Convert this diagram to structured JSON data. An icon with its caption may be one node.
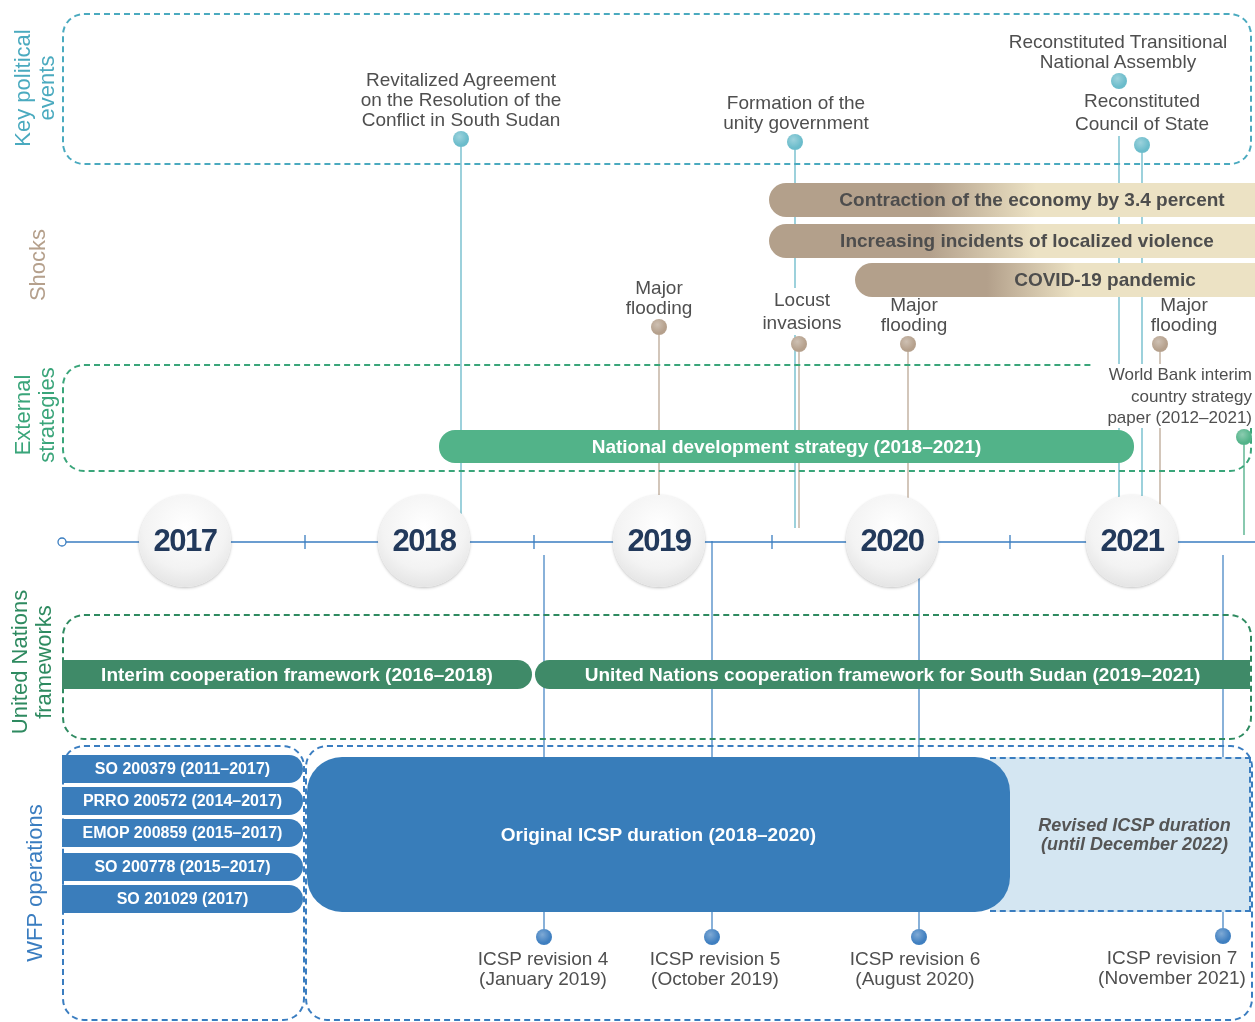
{
  "diagram": {
    "nodes": [
      {
        "text": [
          "Key political events"
        ]
      },
      {
        "text": [
          "Revitalized Agreement on the Resolution of the Conflict in South Sudan"
        ],
        "in": 0
      },
      {
        "text": [
          "Formation of the unity government"
        ],
        "in": 0
      },
      {
        "text": [
          "Reconstituted Transitional National Assembly"
        ],
        "in": 0
      },
      {
        "text": [
          "Reconstituted Council of State"
        ],
        "in": 0
      },
      {
        "text": [
          "Contraction of the economy by 3.4 percent"
        ]
      },
      {
        "text": [
          "Increasing incidents of localized violence"
        ]
      },
      {
        "text": [
          "COVID-19 pandemic"
        ]
      },
      {
        "text": [
          "Major flooding"
        ]
      },
      {
        "text": [
          "Locust invasions"
        ]
      },
      {
        "text": [
          "Major flooding"
        ]
      },
      {
        "text": [
          "Major flooding"
        ]
      },
      {
        "text": [
          "External strategies"
        ]
      },
      {
        "text": [
          "World Bank interim country strategy paper (2012–2021)"
        ],
        "in": 12
      },
      {
        "text": [
          "National development strategy (2018–2021)"
        ],
        "in": 12
      },
      {
        "text": [
          "2017"
        ]
      },
      {
        "text": [
          "2018"
        ]
      },
      {
        "text": [
          "2019"
        ]
      },
      {
        "text": [
          "2020"
        ]
      },
      {
        "text": [
          "2021"
        ]
      },
      {
        "text": [
          "United Nations frameworks"
        ]
      },
      {
        "text": [
          "Interim cooperation framework (2016–2018)"
        ],
        "in": 20
      },
      {
        "text": [
          "United Nations cooperation framework for South Sudan (2019–2021)"
        ],
        "in": 20
      },
      {
        "text": [
          "WFP operations"
        ]
      },
      {
        "text": [
          "SO 200379 (2011–2017)"
        ],
        "in": 23
      },
      {
        "text": [
          "PRRO  200572 (2014–2017)"
        ],
        "in": 23
      },
      {
        "text": [
          "EMOP 200859 (2015–2017)"
        ],
        "in": 23
      },
      {
        "text": [
          "SO 200778 (2015–2017)"
        ],
        "in": 23
      },
      {
        "text": [
          "SO 201029 (2017)"
        ],
        "in": 23
      },
      {
        "text": [],
        "shape": "box"
      },
      {
        "text": [
          "Original ICSP duration (2018–2020)"
        ],
        "in": 29
      },
      {
        "text": [
          "Revised ICSP duration (until December 2022)"
        ],
        "in": 29
      },
      {
        "text": [
          "ICSP revision 4 (January 2019)"
        ],
        "in": 29
      },
      {
        "text": [
          "ICSP revision 5 (October 2019)"
        ],
        "in": 29
      },
      {
        "text": [
          "ICSP revision 6 (August 2020)"
        ],
        "in": 29
      },
      {
        "text": [
          "ICSP revision 7 (November 2021)"
        ],
        "in": 29
      }
    ],
    "edges": [
      {
        "from": 1,
        "to": 16,
        "arrow": "none",
        "color": "#5bb3c4"
      },
      {
        "from": 2,
        "to": null,
        "arrow": "none",
        "color": "#5bb3c4"
      },
      {
        "from": 3,
        "to": 19,
        "arrow": "none",
        "color": "#5bb3c4"
      },
      {
        "from": 4,
        "to": 19,
        "arrow": "none",
        "color": "#5bb3c4"
      },
      {
        "from": 8,
        "to": 17,
        "arrow": "none",
        "color": "#b5a08c"
      },
      {
        "from": 9,
        "to": null,
        "arrow": "none",
        "color": "#b5a08c"
      },
      {
        "from": 10,
        "to": 18,
        "arrow": "none",
        "color": "#b5a08c"
      },
      {
        "from": 11,
        "to": 19,
        "arrow": "none",
        "color": "#b5a08c"
      },
      {
        "from": 13,
        "to": null,
        "arrow": "none",
        "color": "#3aa57a"
      },
      {
        "from": 32,
        "to": null,
        "arrow": "none",
        "color": "#3a7dc0"
      },
      {
        "from": 33,
        "to": 17,
        "arrow": "none",
        "color": "#3a7dc0"
      },
      {
        "from": 34,
        "to": 18,
        "arrow": "none",
        "color": "#3a7dc0"
      },
      {
        "from": 35,
        "to": null,
        "arrow": "none",
        "color": "#3a7dc0"
      }
    ],
    "labels": [
      "Shocks"
    ]
  }
}
